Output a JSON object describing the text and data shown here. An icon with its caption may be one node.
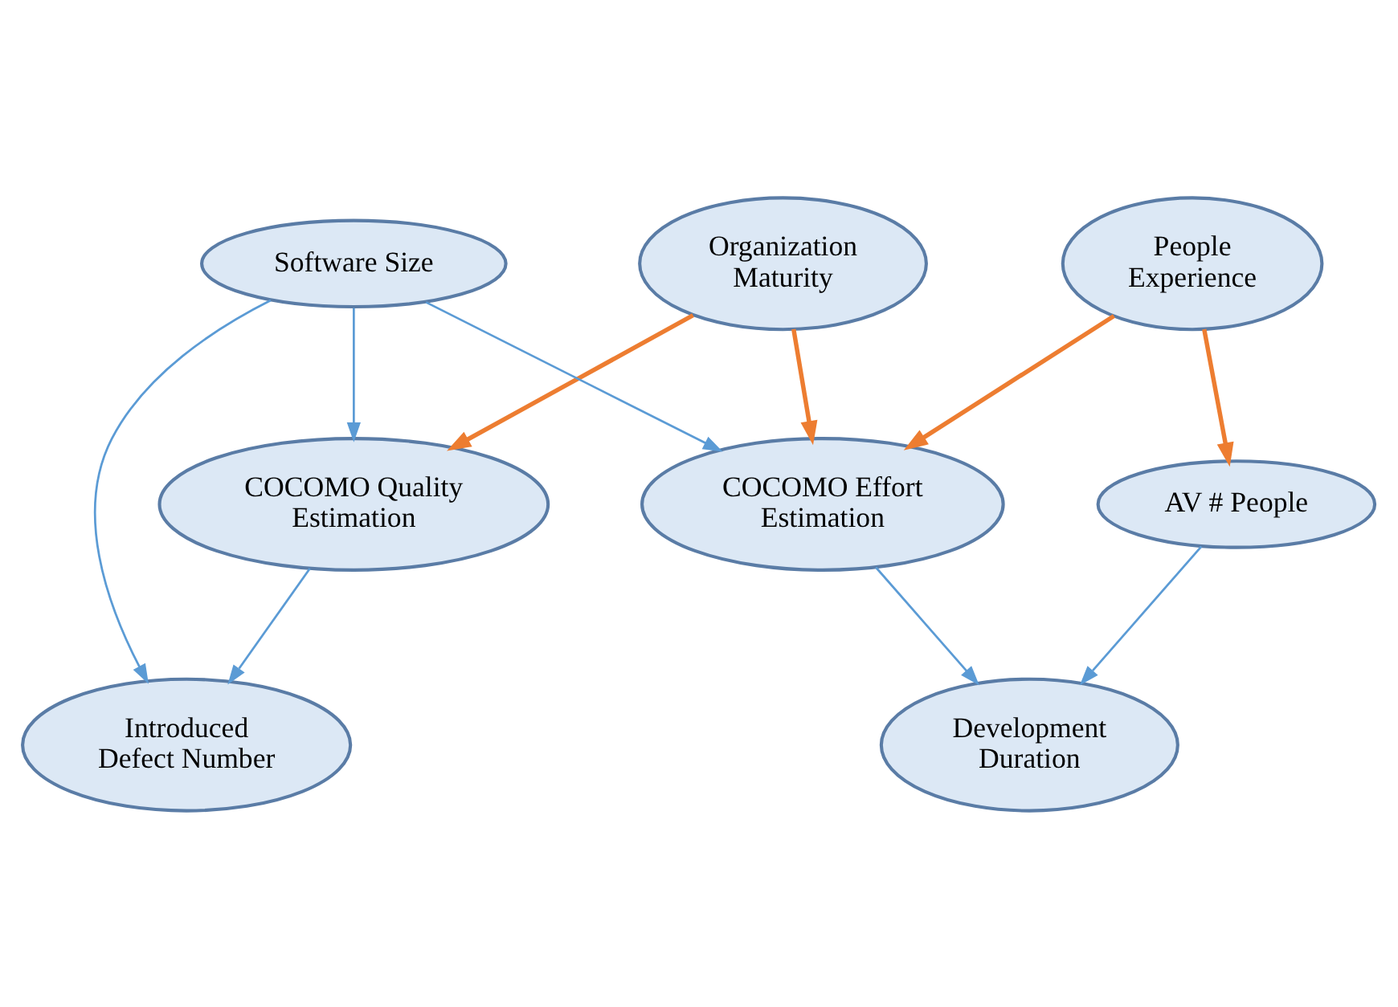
{
  "diagram": {
    "nodes": [
      {
        "text": [
          "Organization Maturity"
        ]
      },
      {
        "text": [
          "People Experience"
        ]
      },
      {
        "text": [
          "Software Size"
        ]
      },
      {
        "text": [
          "AV # People"
        ]
      },
      {
        "text": [
          "COCOMO Quality Estimation"
        ]
      },
      {
        "text": [
          "COCOMO Effort Estimation"
        ]
      },
      {
        "text": [
          "Introduced Defect Number"
        ]
      },
      {
        "text": [
          "Development Duration"
        ]
      }
    ],
    "edges": [
      {
        "from": 0,
        "to": 4,
        "arrow": "to",
        "color": "#ed7d31"
      },
      {
        "from": 0,
        "to": 5,
        "arrow": "to",
        "color": "#ed7d31"
      },
      {
        "from": 1,
        "to": 5,
        "arrow": "to",
        "color": "#ed7d31"
      },
      {
        "from": 1,
        "to": 3,
        "arrow": "to",
        "color": "#ed7d31"
      },
      {
        "from": 2,
        "to": 4,
        "arrow": "to"
      },
      {
        "from": 2,
        "to": 5,
        "arrow": "to"
      },
      {
        "from": 2,
        "to": 6,
        "arrow": "to"
      },
      {
        "from": 4,
        "to": 6,
        "arrow": "to"
      },
      {
        "from": 5,
        "to": 7,
        "arrow": "to"
      },
      {
        "from": 3,
        "to": 7,
        "arrow": "to"
      }
    ]
  }
}
